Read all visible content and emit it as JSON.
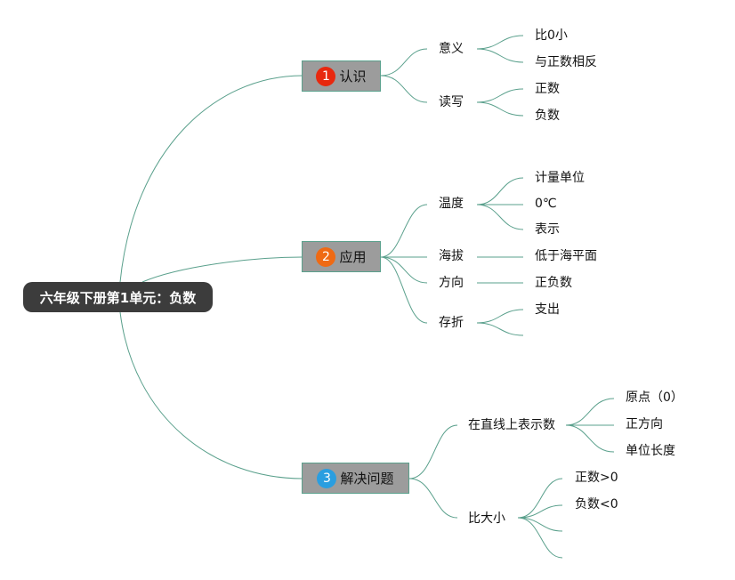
{
  "root": {
    "label": "六年级下册第1单元：负数"
  },
  "colors": {
    "root_bg": "#3c3c3c",
    "node_bg": "#9c9c9c",
    "line": "#5aa08c"
  },
  "branches": [
    {
      "number": "1",
      "label": "认识",
      "badge_color": "#e8280e",
      "children": [
        {
          "label": "意义",
          "children": [
            "比0小",
            "与正数相反"
          ]
        },
        {
          "label": "读写",
          "children": [
            "正数",
            "负数"
          ]
        }
      ]
    },
    {
      "number": "2",
      "label": "应用",
      "badge_color": "#ef6a14",
      "children": [
        {
          "label": "温度",
          "children": [
            "计量单位",
            "0℃",
            "表示"
          ]
        },
        {
          "label": "海拔",
          "children": [
            "低于海平面"
          ]
        },
        {
          "label": "方向",
          "children": [
            "正负数"
          ]
        },
        {
          "label": "存折",
          "children": [
            "支出",
            ""
          ]
        }
      ]
    },
    {
      "number": "3",
      "label": "解决问题",
      "badge_color": "#2a9ee0",
      "children": [
        {
          "label": "在直线上表示数",
          "children": [
            "原点（0）",
            "正方向",
            "单位长度"
          ]
        },
        {
          "label": "比大小",
          "children": [
            "正数>0",
            "负数<0",
            "",
            ""
          ]
        }
      ]
    }
  ]
}
